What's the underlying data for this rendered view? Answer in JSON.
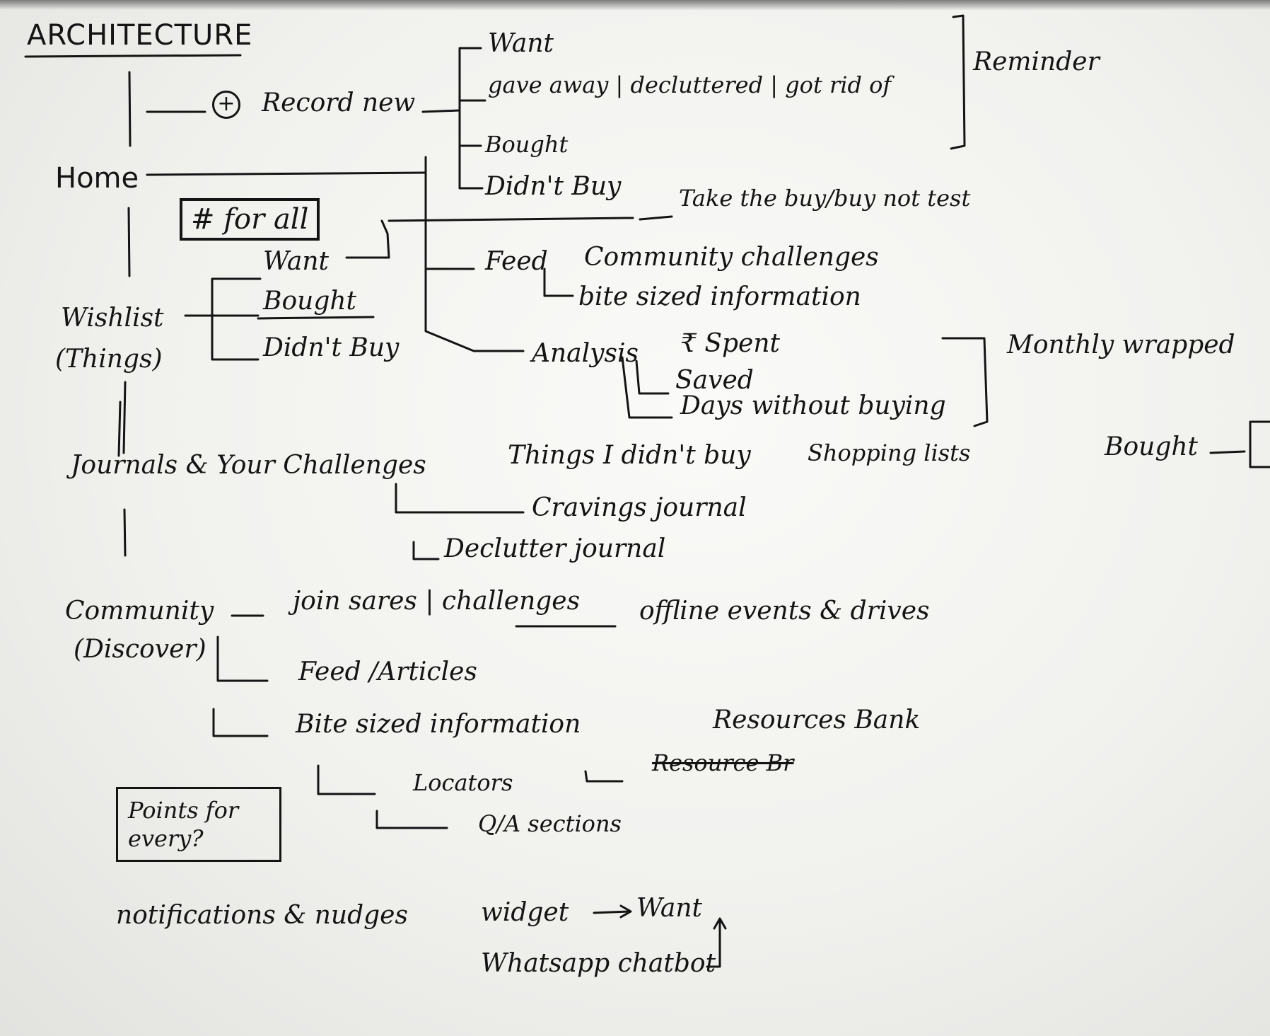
{
  "title": "ARCHITECTURE",
  "home": {
    "label": "Home",
    "record_new": "Record new",
    "record_options": [
      "Want",
      "gave away | decluttered | got rid of",
      "Bought",
      "Didn't Buy"
    ],
    "reminder": "Reminder",
    "take_buy_note": "Take the buy/buy not test"
  },
  "hash_for_all": "# for all",
  "feed": {
    "label": "Feed",
    "community_challenges": "Community challenges",
    "bite_sized": "bite sized information"
  },
  "analysis": {
    "label": "Analysis",
    "items": [
      "₹ Spent",
      "Saved",
      "Days without buying"
    ],
    "monthly_wrapped": "Monthly wrapped"
  },
  "wishlist": {
    "label_line1": "Wishlist",
    "label_line2": "(Things)",
    "items": [
      "Want",
      "Bought",
      "Didn't Buy"
    ]
  },
  "bought_right": "Bought",
  "journals": {
    "label": "Journals & Your Challenges",
    "things_didnt_buy": "Things I didn't buy",
    "shopping_lists": "Shopping lists",
    "cravings": "Cravings journal",
    "declutter": "Declutter journal"
  },
  "community": {
    "label_line1": "Community",
    "label_line2": "(Discover)",
    "join": "join sares | challenges",
    "offline": "offline events & drives",
    "feed_articles": "Feed /Articles",
    "bite_sized": "Bite sized information",
    "resources_bank": "Resources Bank",
    "resource_struck": "Resource Br",
    "locators": "Locators",
    "qa": "Q/A sections"
  },
  "points_note": "Points for every?",
  "notifications": "notifications & nudges",
  "widget": "widget",
  "widget_want": "Want",
  "whatsapp": "Whatsapp chatbot"
}
